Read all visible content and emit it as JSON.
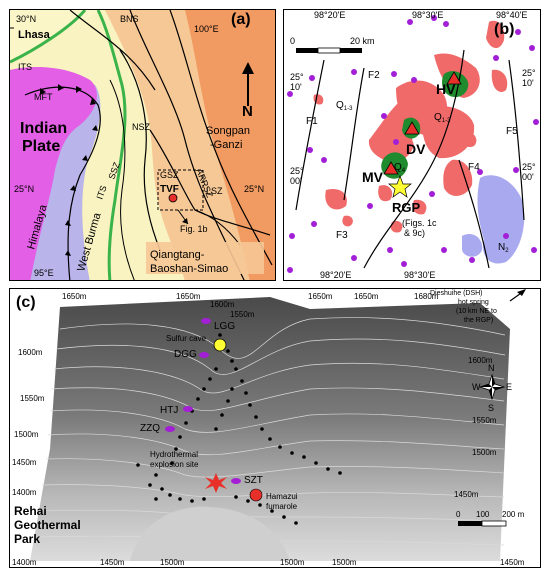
{
  "panel_a": {
    "panel_label": "(a)",
    "lat_30": "30°N",
    "lat_25_left": "25°N",
    "lat_25_right": "25°N",
    "lon_100": "100°E",
    "lon_95": "95°E",
    "lhasa": "Lhasa",
    "bns": "BNS",
    "its_top": "ITS",
    "mft": "MFT",
    "indian_plate": "Indian Plate",
    "himalaya": "Himalaya",
    "its_mid": "ITS",
    "ssz": "SSZ",
    "west_burma": "West Burma",
    "nsz": "NSZ",
    "gsz": "GSZ",
    "tvf": "TVF",
    "arrsz": "ARRSZ",
    "lsz": "LSZ",
    "north": "N",
    "songpan_line1": "Songpan",
    "songpan_line2": "-Ganzi",
    "fig_ref": "Fig. 1b",
    "qiang_line1": "Qiangtang-",
    "qiang_line2": "Baoshan-Simao"
  },
  "panel_b": {
    "panel_label": "(b)",
    "lon_2020_top": "98°20'E",
    "lon_3030_top": "98°30'E",
    "lon_4040_top": "98°40'E",
    "lon_2020_bot": "98°20'E",
    "lon_3030_bot": "98°30'E",
    "scale_0": "0",
    "scale_20": "20 km",
    "lat_10_left_deg": "25°",
    "lat_10_left_min": "10'",
    "lat_10_right_deg": "25°",
    "lat_10_right_min": "10'",
    "lat_00_left_deg": "25°",
    "lat_00_left_min": "00'",
    "lat_00_right_deg": "25°",
    "lat_00_right_min": "00'",
    "f1": "F1",
    "f2": "F2",
    "f3": "F3",
    "f4": "F4",
    "f5": "F5",
    "q13_a": "Q",
    "q13_a_sub": "1-3",
    "q13_b": "Q",
    "q13_b_sub": "1-3",
    "q4": "Q",
    "q4_sub": "4",
    "n2": "N",
    "n2_sub": "2",
    "hv": "HV",
    "dv": "DV",
    "mv": "MV",
    "rgp": "RGP",
    "rgp_ref1": "(Figs. 1c",
    "rgp_ref2": "& 9c)"
  },
  "panel_c": {
    "panel_label": "(c)",
    "contours_top": [
      "1650m",
      "1650m",
      "1600m",
      "1650m",
      "1650m",
      "1680m"
    ],
    "c1550_top": "1550m",
    "c1600_left": "1600m",
    "c1600_right": "1600m",
    "c1550_left": "1550m",
    "c1550_right": "1550m",
    "c1500_left": "1500m",
    "c1500_right": "1500m",
    "c1450_left": "1450m",
    "c1450_right": "1450m",
    "c1400_left": "1400m",
    "bottom_contours": [
      "1400m",
      "1450m",
      "1500m",
      "1500m",
      "1500m",
      "1450m"
    ],
    "lgg": "LGG",
    "sulfur_cave": "Sulfur cave",
    "dgg": "DGG",
    "htj": "HTJ",
    "zzq": "ZZQ",
    "hydro_line1": "Hydrothermal",
    "hydro_line2": "explosion site",
    "szt": "SZT",
    "hamazui_line1": "Hamazui",
    "hamazui_line2": "fumarole",
    "park_line1": "Rehai",
    "park_line2": "Geothermal",
    "park_line3": "Park",
    "dsh_line1": "Dieshuihe (DSH)",
    "dsh_line2": "hot spring",
    "dsh_line3": "(10 km NE to",
    "dsh_line4": "the RGP)",
    "compass_n": "N",
    "compass_s": "S",
    "compass_e": "E",
    "compass_w": "W",
    "scale_0": "0",
    "scale_100": "100",
    "scale_200": "200 m"
  },
  "colors": {
    "indian_plate": "#e25fe6",
    "himalaya": "#b9b4ea",
    "pale_yellow": "#f8f3c0",
    "peach": "#f6c896",
    "orange": "#f19a61",
    "lhasa_yellow": "#fbf6c8",
    "green_suture": "#3ab44a",
    "tvf_red": "#e8302a",
    "volcanic_red": "#f06a6a",
    "n2_blue": "#a9a9f0",
    "purple_spring": "#a31fd6",
    "green_q4": "#1f8a2e",
    "star_yellow": "#ffff33"
  }
}
